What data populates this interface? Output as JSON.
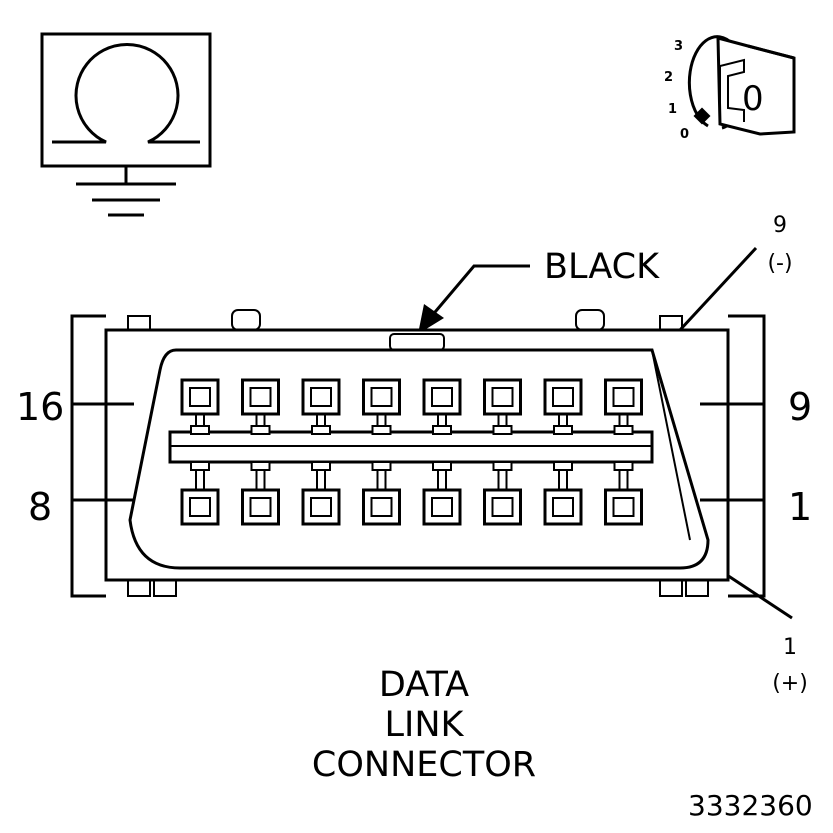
{
  "ohmmeter": {
    "icon": "ohmmeter-ground-icon"
  },
  "ignition": {
    "icon": "ignition-key-icon",
    "positions": [
      "3",
      "2",
      "1",
      "0"
    ],
    "key_label": "0"
  },
  "connector": {
    "color_label": "BLACK",
    "pin_count_per_row": 8,
    "left_labels": {
      "top": "16",
      "bottom": "8"
    },
    "right_labels": {
      "top": "9",
      "bottom": "1"
    },
    "callout_top": {
      "pin": "9",
      "polarity": "(-)"
    },
    "callout_bottom": {
      "pin": "1",
      "polarity": "(+)"
    },
    "title_lines": [
      "DATA",
      "LINK",
      "CONNECTOR"
    ]
  },
  "figure_id": "3332360"
}
